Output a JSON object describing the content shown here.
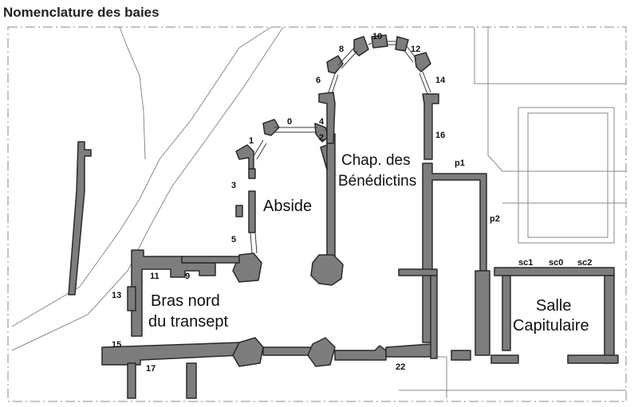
{
  "title": "Nomenclature des baies",
  "rooms": {
    "abside": "Abside",
    "chapel_line1": "Chap. des",
    "chapel_line2": "Bénédictins",
    "transept_line1": "Bras nord",
    "transept_line2": "du transept",
    "salle_line1": "Salle",
    "salle_line2": "Capitulaire"
  },
  "bays": {
    "b0": "0",
    "b1": "1",
    "b2": "2",
    "b3": "3",
    "b4": "4",
    "b5": "5",
    "b6": "6",
    "b8": "8",
    "b9": "9",
    "b10": "10",
    "b11": "11",
    "b12": "12",
    "b13": "13",
    "b14": "14",
    "b15": "15",
    "b16": "16",
    "b17": "17",
    "b22": "22",
    "p1": "p1",
    "p2": "p2",
    "sc0": "sc0",
    "sc1": "sc1",
    "sc2": "sc2"
  },
  "colors": {
    "wall": "#7d7d7d",
    "outline": "#2a2a2a",
    "thin": "#8a8a8a"
  }
}
